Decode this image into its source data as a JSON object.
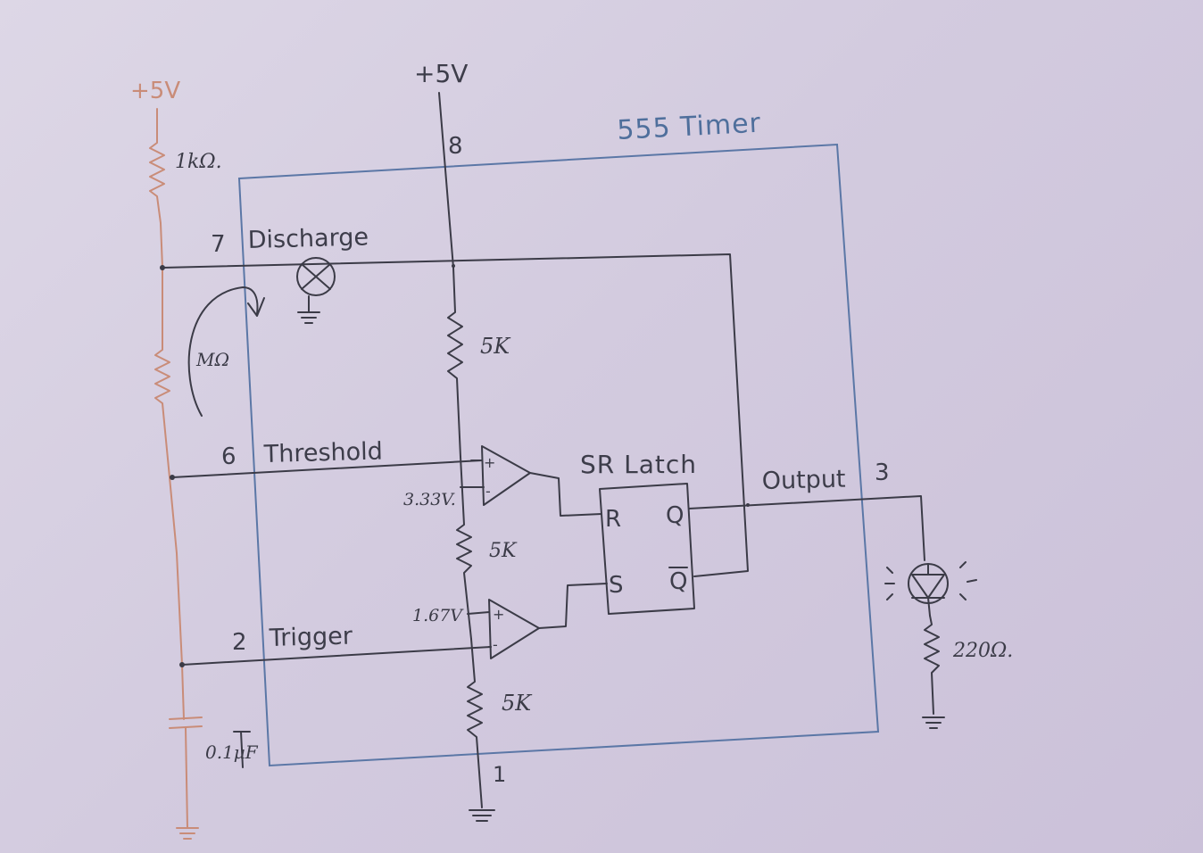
{
  "diagram": {
    "title": "555 Timer",
    "supply_ext": "+5V",
    "supply_vcc": "+5V",
    "pins": {
      "p8": "8",
      "p7": "7",
      "p6": "6",
      "p2": "2",
      "p3": "3",
      "p1": "1"
    },
    "pin_labels": {
      "discharge": "Discharge",
      "threshold": "Threshold",
      "trigger": "Trigger",
      "output": "Output"
    },
    "latch": {
      "label": "SR Latch",
      "r": "R",
      "s": "S",
      "q": "Q",
      "qbar": "Q"
    },
    "components": {
      "r1": "1kΩ.",
      "r2": "MΩ",
      "r_div1": "5K",
      "r_div2": "5K",
      "r_div3": "5K",
      "cap": "0.1µF",
      "r_led": "220Ω."
    },
    "voltages": {
      "upper": "3.33V.",
      "lower": "1.67V"
    },
    "colors": {
      "ink": "#3b3b47",
      "box": "#5b77a6",
      "pencil": "#c98c78"
    }
  }
}
